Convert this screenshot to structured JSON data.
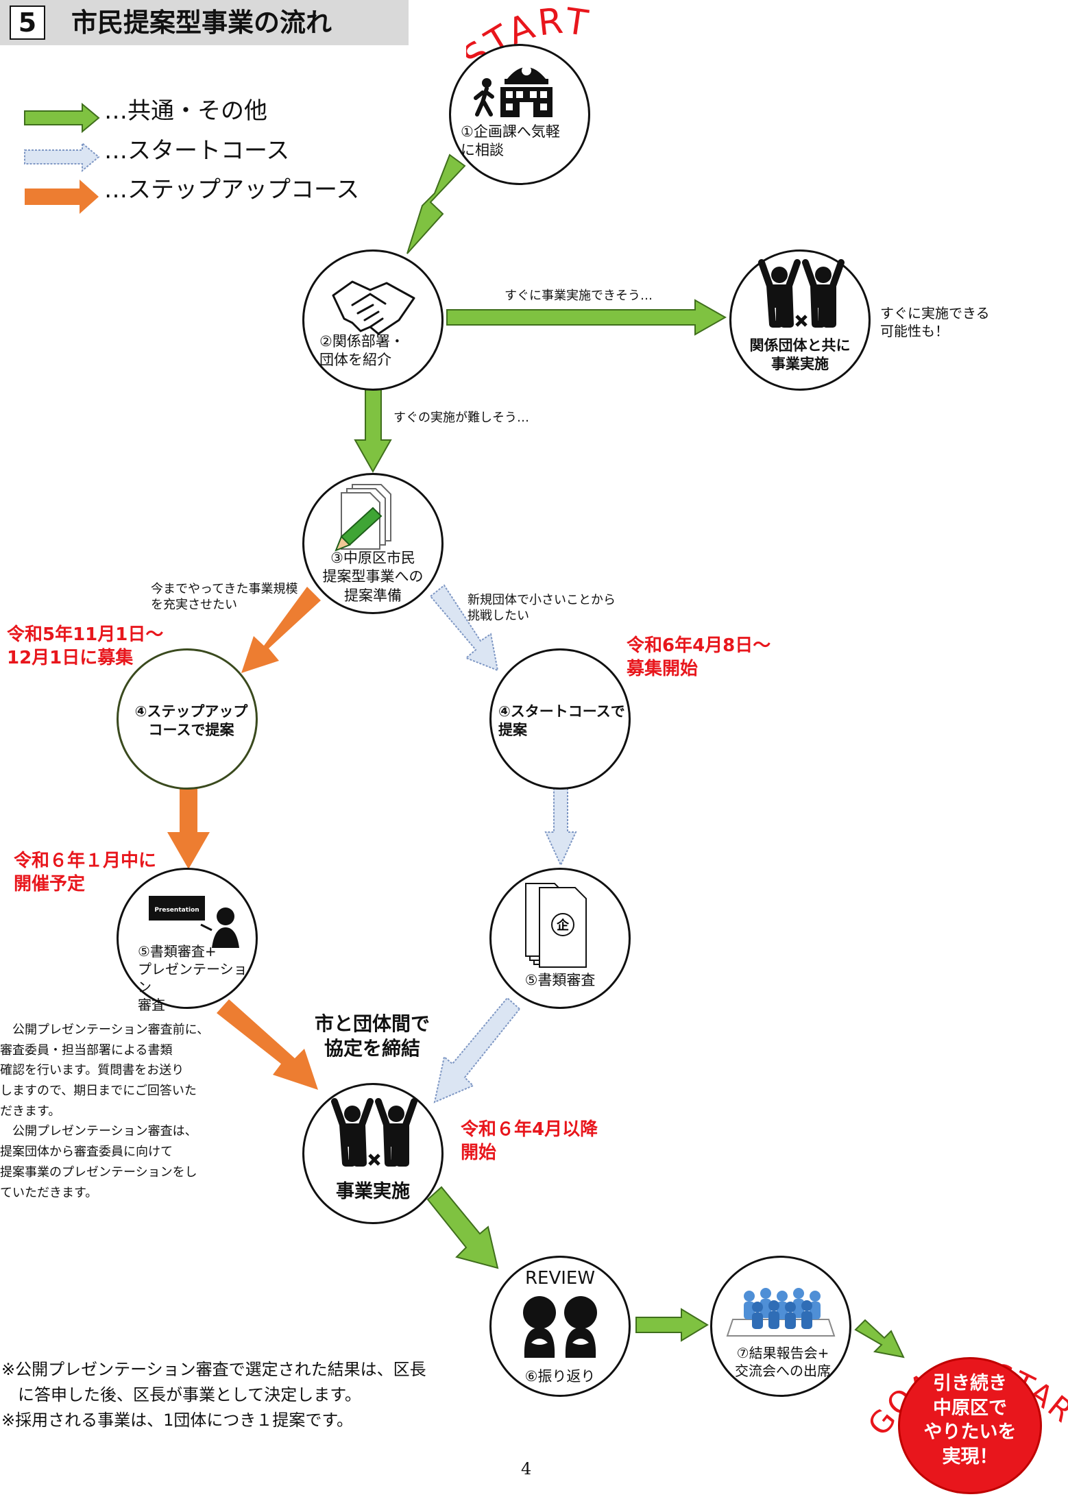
{
  "header": {
    "number": "5",
    "title": "市民提案型事業の流れ"
  },
  "legend": [
    {
      "label": "…共通・その他",
      "color": "#7fc241"
    },
    {
      "label": "…スタートコース",
      "color": "#c9d6ea"
    },
    {
      "label": "…ステップアップコース",
      "color": "#ed7d31"
    }
  ],
  "start_label": "START",
  "goal_label": "GOAL / START",
  "nodes": {
    "n1": "①企画課へ気軽\nに相談",
    "n2": "②関係部署・\n団体を紹介",
    "n2b": "関係団体と共に\n事業実施",
    "n3": "③中原区市民\n提案型事業への\n提案準備",
    "n4a": "④ステップアップ\nコースで提案",
    "n4b": "④スタートコースで\n提案",
    "n5a": "⑤書類審査+\nプレゼンテーション\n審査",
    "n5b": "⑤書類審査",
    "n_impl": "事業実施",
    "n6_title": "REVIEW",
    "n6": "⑥振り返り",
    "n7": "⑦結果報告会+\n交流会への出席",
    "goal_text": "引き続き\n中原区で\nやりたいを\n実現！"
  },
  "presentation_sign": "Presentation",
  "kikaku_mark": "企",
  "edges": {
    "soon": "すぐに事業実施できそう…",
    "soon_note": "すぐに実施できる\n可能性も！",
    "hard": "すぐの実施が難しそう…",
    "expand": "今までやってきた事業規模\nを充実させたい",
    "new": "新規団体で小さいことから\n挑戦したい"
  },
  "dates": {
    "step_recruit": "令和5年11月1日～\n12月1日に募集",
    "start_recruit": "令和6年4月8日～\n募集開始",
    "presentation": "令和６年１月中に\n開催予定",
    "implementation": "令和６年4月以降\n開始"
  },
  "agreement": "市と団体間で\n協定を締結",
  "side_note": "　公開プレゼンテーション審査前に、\n審査委員・担当部署による書類\n確認を行います。質問書をお送り\nしますので、期日までにご回答いた\nだきます。\n　公開プレゼンテーション審査は、\n提案団体から審査委員に向けて\n提案事業のプレゼンテーションをし\nていただきます。",
  "footnotes": [
    "※公開プレゼンテーション審査で選定された結果は、区長",
    "　に答申した後、区長が事業として決定します。",
    "※採用される事業は、1団体につき１提案です。"
  ],
  "page_number": "4",
  "colors": {
    "green": "#7fc241",
    "blue_dotted": "#c9d6ea",
    "orange": "#ed7d31",
    "red": "#e8161c"
  }
}
